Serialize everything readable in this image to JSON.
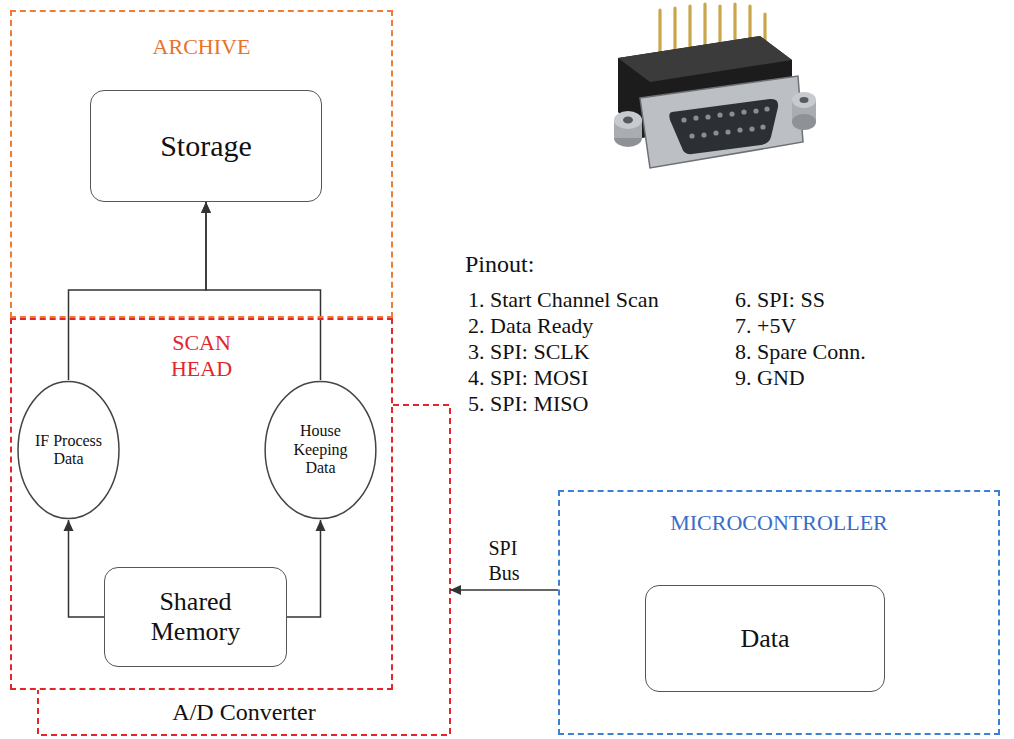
{
  "diagram": {
    "nodes": [
      {
        "text": [
          "ARCHIVE"
        ]
      },
      {
        "text": [
          "Storage"
        ],
        "in": 0
      },
      {
        "text": [
          "SCAN HEAD"
        ]
      },
      {
        "text": [
          "IF Process Data"
        ],
        "in": 2
      },
      {
        "text": [
          "House Keeping Data"
        ],
        "in": 2
      },
      {
        "text": [
          "Shared Memory"
        ],
        "in": 2
      },
      {
        "text": [
          "A/D Converter"
        ]
      },
      {
        "text": [
          "MICROCONTROLLER"
        ]
      },
      {
        "text": [
          "Data"
        ],
        "in": 7
      }
    ],
    "edges": [
      {
        "from": 5,
        "to": 3,
        "arrow": "to"
      },
      {
        "from": 5,
        "to": 4,
        "arrow": "to"
      },
      {
        "from": 3,
        "to": 1,
        "arrow": "to"
      },
      {
        "from": 4,
        "to": 1,
        "arrow": "to"
      },
      {
        "from": 7,
        "to": 6,
        "label": "SPI Bus",
        "arrow": "to"
      }
    ],
    "labels": [
      "Pinout:",
      "1. Start Channel Scan",
      "2. Data Ready",
      "3. SPI: SCLK",
      "4. SPI: MOSI",
      "5. SPI: MISO",
      "6. SPI: SS",
      "7. +5V",
      "8. Spare Conn.",
      "9. GND"
    ]
  }
}
